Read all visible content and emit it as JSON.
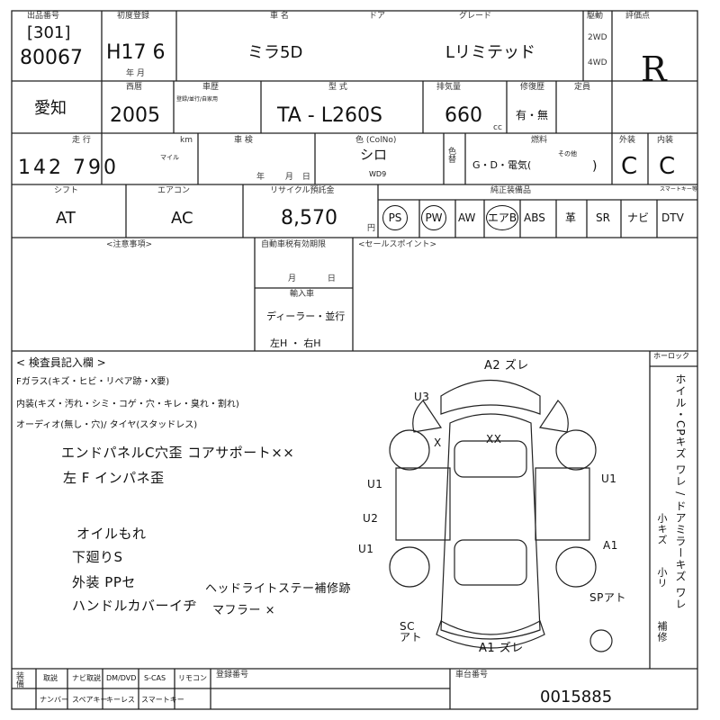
{
  "header": {
    "lane_label": "出品番号",
    "lane_no": "[301]",
    "lot_no": "80067",
    "first_reg_label": "初度登録",
    "first_reg": "H17 6",
    "ym_label": "年 月",
    "name_label": "車 名",
    "car_name": "ミラ5D",
    "door_label": "ドア",
    "grade_label": "グレード",
    "grade": "Lリミテッド",
    "drive_label": "駆動",
    "drive_2wd": "2WD",
    "drive_4wd": "4WD",
    "score_label": "評価点",
    "score": "R"
  },
  "row2": {
    "region": "愛知",
    "year_label": "西暦",
    "year": "2005",
    "history_label": "車歴",
    "history_sub": "登録/並行/自家用",
    "model_label": "型 式",
    "model": "TA - L260S",
    "cc_label": "排気量",
    "cc": "660",
    "cc_unit": "cc",
    "inspect_label": "修復歴",
    "inspect": "有・無",
    "cap_label": "定員"
  },
  "row3": {
    "mileage_label": "走 行",
    "mileage": "142 790",
    "mileage_unit": "km",
    "mileage_mile": "マイル",
    "shaken_label": "車 検",
    "shaken_ym": "年 月日",
    "color_label": "色 (ColNo)",
    "color": "シロ",
    "color_code": "WD9",
    "color_change_label": "色替",
    "fuel_label": "燃料",
    "fuel": "G・D・電気(",
    "fuel_other": "その他",
    "fuel_close": ")",
    "ext_label": "外装",
    "ext": "C",
    "int_label": "内装",
    "int": "C"
  },
  "row4": {
    "shift_label": "シフト",
    "shift": "AT",
    "ac_label": "エアコン",
    "ac": "AC",
    "recycle_label": "リサイクル預託金",
    "recycle": "8,570",
    "recycle_unit": "円",
    "equip_label": "純正装備品",
    "equip": [
      "PS",
      "PW",
      "AW",
      "エアB",
      "ABS",
      "革",
      "SR",
      "ナビ",
      "DTV"
    ],
    "equip_circled": [
      "PS",
      "PW",
      "エアB"
    ],
    "keyless_label": "スマートキー等"
  },
  "notes": {
    "misc_label": "<注意事項>",
    "expiry_label": "自動車税有効期限",
    "expiry_md": "月 日",
    "import_label": "輸入車",
    "import_val": "ディーラー・並行",
    "handle": "左H ・ 右H",
    "sales_label": "<セールスポイント>"
  },
  "inspector": {
    "title": "< 検査員記入欄 >",
    "glass": "Fガラス(キズ・ヒビ・リペア跡・X要)",
    "interior": "内装(キズ・汚れ・シミ・コゲ・穴・キレ・臭れ・割れ)",
    "audio": "オーディオ(無し・穴)/ タイヤ(スタッドレス)",
    "hand_notes": [
      "エンドパネルC穴歪 コアサポート××",
      "左 F インパネ歪",
      "オイルもれ",
      "下廻りS",
      "外装 PPセ",
      "ハンドルカバーイヂ"
    ],
    "hand_notes2": [
      "ヘッドライトステー補修跡",
      "マフラー ×"
    ],
    "right_label": "ホーロック",
    "right_vertical": "ホイル・CPキズ ワレ / ドアミラーキズ ワレ",
    "right_small": [
      "小キズ",
      "小リ",
      "補修"
    ]
  },
  "diagram": {
    "marks": [
      "A2 ズレ",
      "U3",
      "X",
      "XX",
      "U1",
      "U2",
      "U1",
      "U1",
      "A1",
      "SPアト",
      "SC アト",
      "A1 ズレ"
    ]
  },
  "footer": {
    "items_label": "装備",
    "row1": [
      "取説",
      "ナビ取説",
      "DM/DVD",
      "S-CAS",
      "リモコン"
    ],
    "row2": [
      "ナンバー",
      "スペアキー",
      "キーレス",
      "スマートキー"
    ],
    "reg_label": "登録番号",
    "chassis_label": "車台番号",
    "chassis": "0015885"
  }
}
